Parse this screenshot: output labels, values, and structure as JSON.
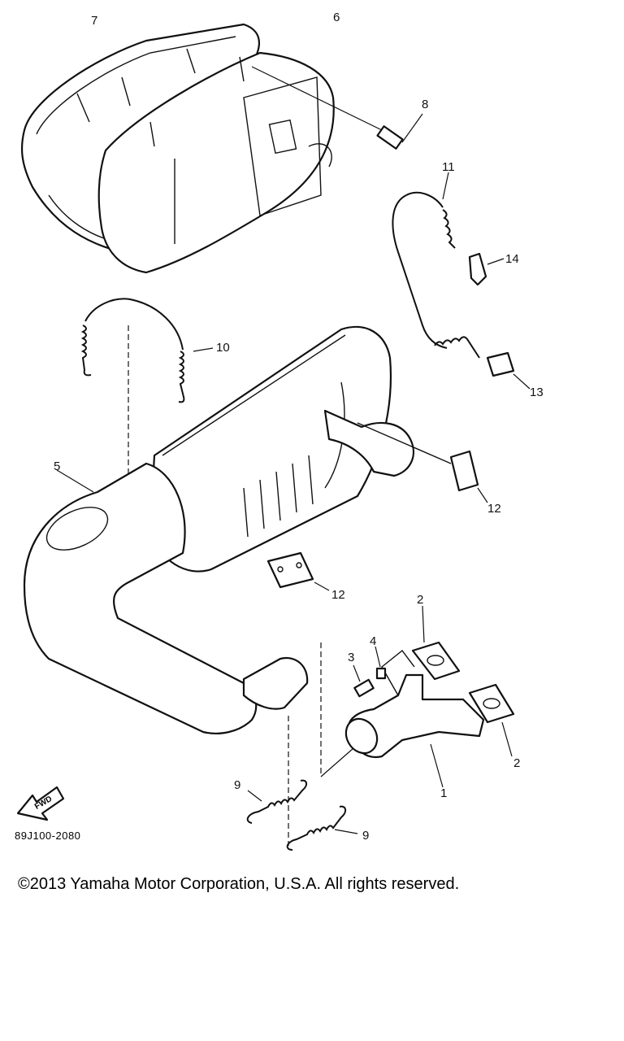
{
  "diagram": {
    "callouts": [
      {
        "id": "c7",
        "text": "7"
      },
      {
        "id": "c6",
        "text": "6"
      },
      {
        "id": "c8",
        "text": "8"
      },
      {
        "id": "c11",
        "text": "11"
      },
      {
        "id": "c14",
        "text": "14"
      },
      {
        "id": "c10",
        "text": "10"
      },
      {
        "id": "c13",
        "text": "13"
      },
      {
        "id": "c5",
        "text": "5"
      },
      {
        "id": "c12a",
        "text": "12"
      },
      {
        "id": "c12b",
        "text": "12"
      },
      {
        "id": "c2a",
        "text": "2"
      },
      {
        "id": "c4",
        "text": "4"
      },
      {
        "id": "c3",
        "text": "3"
      },
      {
        "id": "c2b",
        "text": "2"
      },
      {
        "id": "c1",
        "text": "1"
      },
      {
        "id": "c9a",
        "text": "9"
      },
      {
        "id": "c9b",
        "text": "9"
      }
    ],
    "fwd_label": "FWD",
    "ref_code": "89J100-2080"
  },
  "footer": {
    "copyright": "©2013 Yamaha Motor Corporation, U.S.A. All rights reserved."
  }
}
